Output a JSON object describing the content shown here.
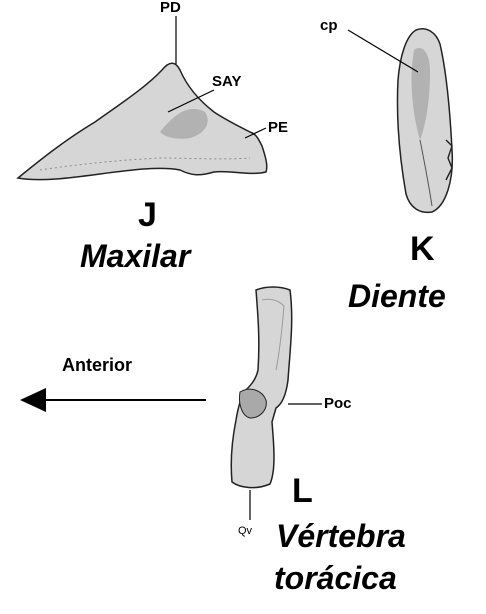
{
  "panels": {
    "J": {
      "letter": "J",
      "caption": "Maxilar",
      "labels": {
        "pd": "PD",
        "say": "SAY",
        "pe": "PE"
      }
    },
    "K": {
      "letter": "K",
      "caption": "Diente",
      "labels": {
        "cp": "cp"
      }
    },
    "L": {
      "letter": "L",
      "caption_line1": "Vértebra",
      "caption_line2": "torácica",
      "labels": {
        "poc": "Poc",
        "qv": "Qv"
      }
    }
  },
  "direction": {
    "label": "Anterior"
  },
  "colors": {
    "bone_fill": "#d6d6d6",
    "bone_shadow": "#a9a9a9",
    "outline": "#222222",
    "text": "#000000"
  }
}
